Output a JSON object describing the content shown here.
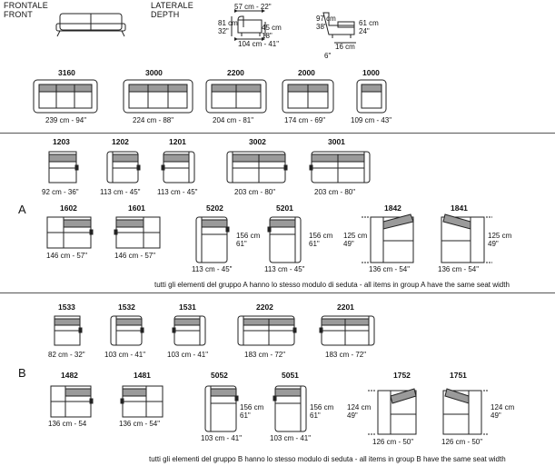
{
  "header": {
    "front_it": "FRONTALE",
    "front_en": "FRONT",
    "side_it": "LATERALE",
    "side_en": "DEPTH"
  },
  "depth_dims": {
    "a_top": "57 cm - 22\"",
    "a_h_left": "81 cm",
    "a_h_left_in": "32\"",
    "a_seat": "45 cm",
    "a_seat_in": "18\"",
    "a_bottom": "104 cm - 41\"",
    "b_h_left": "97 cm",
    "b_h_left_in": "38\"",
    "b_h_right": "61 cm",
    "b_h_right_in": "24\"",
    "b_bottom": "16 cm",
    "b_bottom_in": "6\""
  },
  "top_sofas": [
    {
      "code": "3160",
      "dim": "239 cm - 94\""
    },
    {
      "code": "3000",
      "dim": "224 cm - 88\""
    },
    {
      "code": "2200",
      "dim": "204 cm - 81\""
    },
    {
      "code": "2000",
      "dim": "174 cm - 69\""
    },
    {
      "code": "1000",
      "dim": "109 cm - 43\""
    }
  ],
  "group_a": {
    "label": "A",
    "row1": [
      {
        "code": "1203",
        "dim": "92 cm - 36\""
      },
      {
        "code": "1202",
        "dim": "113 cm - 45\""
      },
      {
        "code": "1201",
        "dim": "113 cm - 45\""
      },
      {
        "code": "3002",
        "dim": "203 cm - 80\""
      },
      {
        "code": "3001",
        "dim": "203 cm - 80\""
      }
    ],
    "row2": [
      {
        "code": "1602",
        "dim": "146 cm - 57\""
      },
      {
        "code": "1601",
        "dim": "146 cm - 57\""
      },
      {
        "code": "5202",
        "dim": "113 cm - 45\"",
        "side": "156 cm",
        "side_in": "61\""
      },
      {
        "code": "5201",
        "dim": "113 cm - 45\"",
        "side": "156 cm",
        "side_in": "61\""
      },
      {
        "code": "1842",
        "dim": "136 cm - 54\"",
        "side": "125 cm",
        "side_in": "49\""
      },
      {
        "code": "1841",
        "dim": "136 cm - 54\"",
        "side": "125 cm",
        "side_in": "49\""
      }
    ],
    "note": "tutti gli elementi  del gruppo A hanno lo stesso modulo di  seduta  -  all items in group A have the same seat width"
  },
  "group_b": {
    "label": "B",
    "row1": [
      {
        "code": "1533",
        "dim": "82 cm - 32\""
      },
      {
        "code": "1532",
        "dim": "103 cm - 41\""
      },
      {
        "code": "1531",
        "dim": "103 cm - 41\""
      },
      {
        "code": "2202",
        "dim": "183 cm - 72\""
      },
      {
        "code": "2201",
        "dim": "183 cm - 72\""
      }
    ],
    "row2": [
      {
        "code": "1482",
        "dim": "136 cm - 54"
      },
      {
        "code": "1481",
        "dim": "136 cm - 54\""
      },
      {
        "code": "5052",
        "dim": "103 cm - 41\"",
        "side": "156 cm",
        "side_in": "61\""
      },
      {
        "code": "5051",
        "dim": "103 cm - 41\"",
        "side": "156 cm",
        "side_in": "61\""
      },
      {
        "code": "1752",
        "dim": "126 cm - 50\"",
        "side": "124 cm",
        "side_in": "49\""
      },
      {
        "code": "1751",
        "dim": "126 cm - 50\"",
        "side": "124 cm",
        "side_in": "49\""
      }
    ],
    "note": "tutti gli elementi  del gruppo B hanno lo stesso modulo di  seduta  -  all items in group B have the same seat width"
  },
  "colors": {
    "line": "#222222",
    "seat_fill": "#9a9a9a",
    "rule": "#555555"
  }
}
